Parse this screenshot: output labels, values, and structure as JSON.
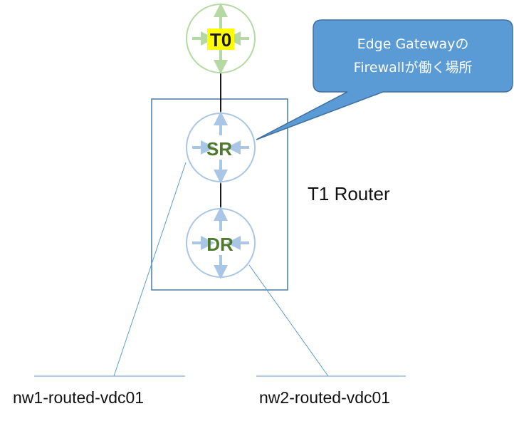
{
  "nodes": {
    "t0": {
      "label": "T0",
      "color": "#b5d9a3",
      "label_color": "#1a1a1a",
      "highlight": "#ffff00"
    },
    "sr": {
      "label": "SR",
      "color": "#a9c6e6",
      "label_color": "#4d7a2c"
    },
    "dr": {
      "label": "DR",
      "color": "#a9c6e6",
      "label_color": "#4d7a2c"
    }
  },
  "t1_router": {
    "label": "T1 Router",
    "border_color": "#4a7aa3"
  },
  "networks": [
    {
      "label": "nw1-routed-vdc01"
    },
    {
      "label": "nw2-routed-vdc01"
    }
  ],
  "callout": {
    "line1": "Edge Gatewayの",
    "line2": "Firewallが働く場所",
    "fill": "#5b9bd5",
    "border": "#3f6f9f"
  },
  "colors": {
    "link": "#000000",
    "network_line": "#5b9bd5"
  }
}
